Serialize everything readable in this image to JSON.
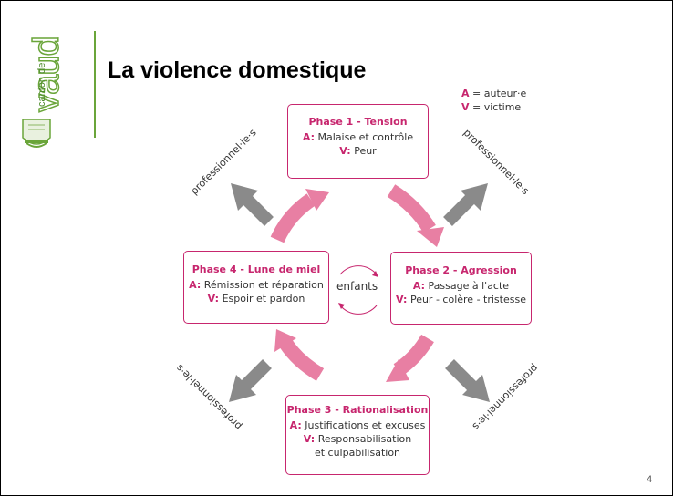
{
  "logo": {
    "canton": "canton de",
    "vaud": "vaud",
    "shield_text": "LIBERTÉ ET PATRIE"
  },
  "title": "La violence domestique",
  "legend": {
    "a_key": "A",
    "a_text": "= auteur·e",
    "v_key": "V",
    "v_text": "= victime"
  },
  "center_label": "enfants",
  "professionals_label": "professionnel·le·s",
  "phases": [
    {
      "title": "Phase 1 - Tension",
      "a_key": "A:",
      "a_text": "Malaise et contrôle",
      "v_key": "V:",
      "v_text": "Peur"
    },
    {
      "title": "Phase 2 - Agression",
      "a_key": "A:",
      "a_text": "Passage à l'acte",
      "v_key": "V:",
      "v_text": "Peur - colère - tristesse"
    },
    {
      "title": "Phase 3 - Rationalisation",
      "a_key": "A:",
      "a_text": "Justifications et excuses",
      "v_key": "V:",
      "v_text": "Responsabilisation",
      "v_text_2": "et culpabilisation"
    },
    {
      "title": "Phase 4 - Lune de miel",
      "a_key": "A:",
      "a_text": "Rémission et réparation",
      "v_key": "V:",
      "v_text": "Espoir et pardon"
    }
  ],
  "page_number": "4",
  "colors": {
    "accent": "#c7266e",
    "arrow_pink": "#e87fa3",
    "arrow_gray": "#8a8a8a",
    "brand_green": "#6aa53a"
  }
}
